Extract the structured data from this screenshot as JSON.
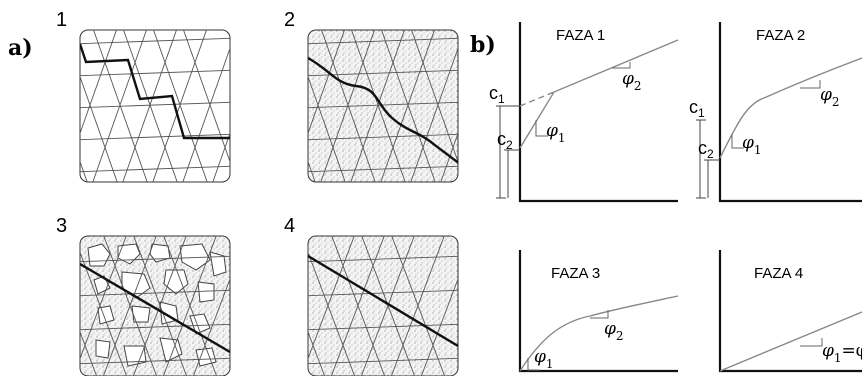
{
  "panel_a": {
    "label": "a)",
    "squares": [
      {
        "number": "1"
      },
      {
        "number": "2"
      },
      {
        "number": "3"
      },
      {
        "number": "4"
      }
    ]
  },
  "panel_b": {
    "label": "b)",
    "graphs": [
      {
        "title": "FAZA 1",
        "c_top": "c",
        "c_top_sub": "1",
        "c_bot": "c",
        "c_bot_sub": "2",
        "phi_a": "φ",
        "phi_a_sub": "1",
        "phi_b": "φ",
        "phi_b_sub": "2"
      },
      {
        "title": "FAZA 2",
        "c_top": "c",
        "c_top_sub": "1",
        "c_bot": "c",
        "c_bot_sub": "2",
        "phi_a": "φ",
        "phi_a_sub": "1",
        "phi_b": "φ",
        "phi_b_sub": "2"
      },
      {
        "title": "FAZA 3",
        "phi_a": "φ",
        "phi_a_sub": "1",
        "phi_b": "φ",
        "phi_b_sub": "2"
      },
      {
        "title": "FAZA 4",
        "phi_a": "φ",
        "phi_a_sub": "1",
        "phi_eq": "=φ"
      }
    ]
  },
  "colors": {
    "ink": "#111111",
    "grid": "#555555",
    "curve": "#888888",
    "stipple": "#cfcfcf"
  }
}
